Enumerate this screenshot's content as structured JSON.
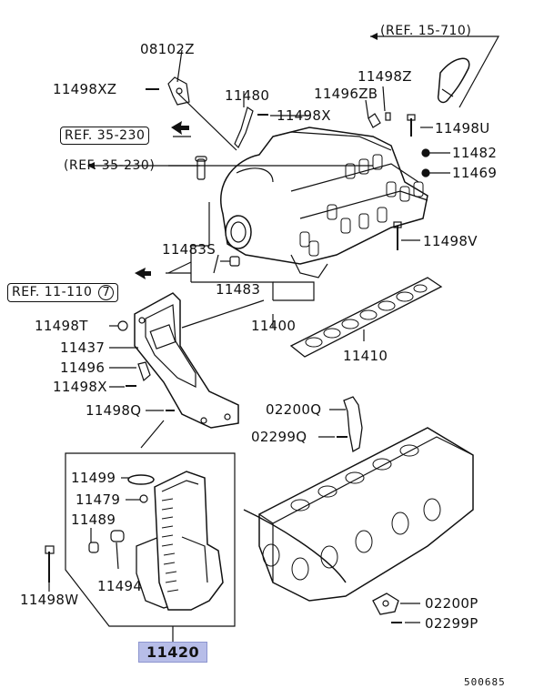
{
  "refs": {
    "ref_15_710": "(REF. 15-710)",
    "ref_35_230_box": "REF. 35-230",
    "ref_35_230_paren": "(REF. 35-230)",
    "ref_11_110": "REF. 11-110",
    "ref_11_110_circled": "7"
  },
  "labels": {
    "p08102Z": "08102Z",
    "p11498XZ": "11498XZ",
    "p11480": "11480",
    "p11498X_top": "11498X",
    "p11498Z": "11498Z",
    "p11496ZB": "11496ZB",
    "p11498U": "11498U",
    "p11482": "11482",
    "p11469": "11469",
    "p11498V": "11498V",
    "p11483S": "11483S",
    "p11483": "11483",
    "p11400": "11400",
    "p11410": "11410",
    "p11498T": "11498T",
    "p11437": "11437",
    "p11496": "11496",
    "p11498X": "11498X",
    "p11498Q": "11498Q",
    "p02200Q": "02200Q",
    "p02299Q": "02299Q",
    "p11499": "11499",
    "p11479": "11479",
    "p11489": "11489",
    "p11494": "11494",
    "p11498W": "11498W",
    "p02200P": "02200P",
    "p02299P": "02299P",
    "p11420": "11420"
  },
  "diagram_code": "500685"
}
